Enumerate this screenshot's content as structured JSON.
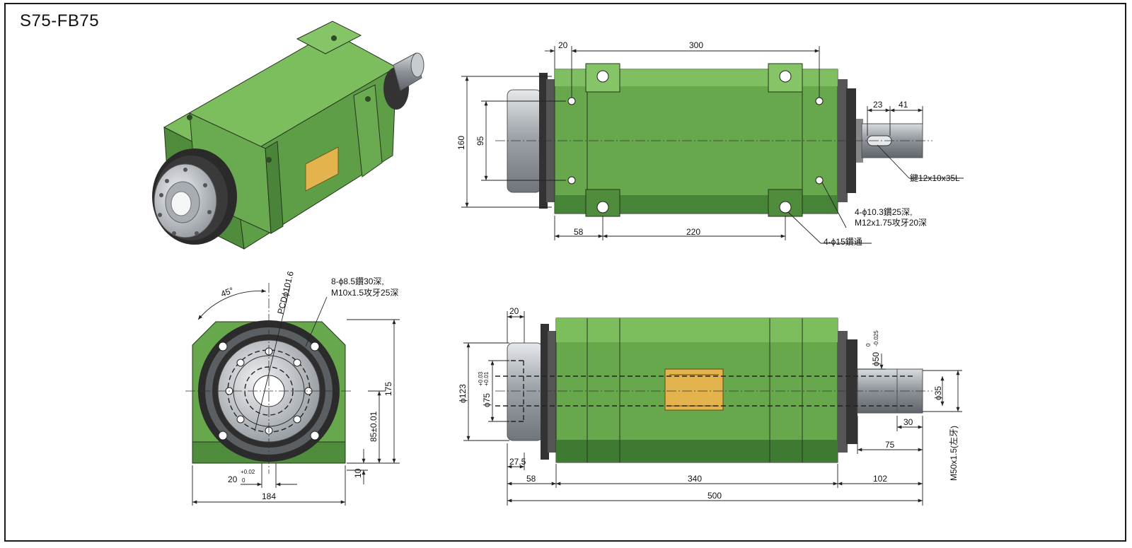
{
  "title": "S75-FB75",
  "colors": {
    "body_green": "#67a84d",
    "dark_green": "#3f7a33",
    "flange_dark": "#2b2b2b",
    "steel": "#b9bec4",
    "nameplate": "#e3b34d"
  },
  "top_view": {
    "dims": {
      "d20": "20",
      "d300": "300",
      "d160": "160",
      "d95": "95",
      "d23": "23",
      "d41": "41",
      "d58": "58",
      "d220": "220"
    },
    "notes": {
      "key": "鍵12x10x35L",
      "holes_tap_1": "4-ϕ10.3鑽25深,",
      "holes_tap_2": "M12x1.75攻牙20深",
      "through": "4-ϕ15鑽通"
    }
  },
  "end_view": {
    "dims": {
      "angle": "45°",
      "pcd": "PCDϕ101.6",
      "d175": "175",
      "d85": "85±0.01",
      "d10": "10",
      "d184": "184",
      "d20": "20",
      "tol_up": "+0.02",
      "tol_low": "0"
    },
    "notes": {
      "holes_1": "8-ϕ8.5鑽30深,",
      "holes_2": "M10x1.5攻牙25深"
    }
  },
  "side_view": {
    "dims": {
      "d20": "20",
      "d123": "ϕ123",
      "d75": "ϕ75",
      "d75_tol_up": "+0.03",
      "d75_tol_low": "+0.01",
      "d50": "ϕ50",
      "d50_tol_up": "0",
      "d50_tol_low": "-0.025",
      "d35": "ϕ35",
      "d30": "30",
      "d75b": "75",
      "d27": "27.5",
      "d58": "58",
      "d340": "340",
      "d102": "102",
      "d500": "500",
      "thread": "M50x1.5(左牙)"
    }
  }
}
